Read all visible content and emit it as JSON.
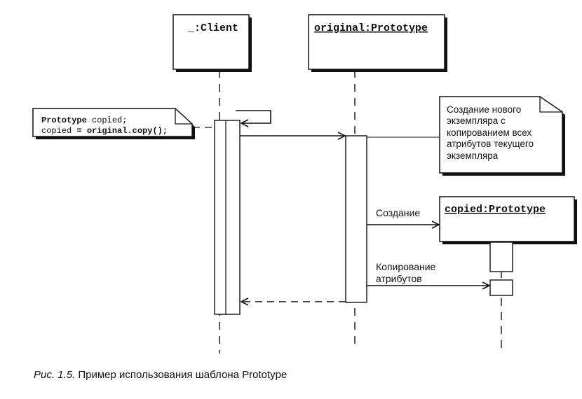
{
  "lifelines": {
    "client": {
      "label": "_:Client"
    },
    "original": {
      "label": "original:Prototype"
    },
    "copied": {
      "label": "copied:Prototype"
    }
  },
  "code_note": {
    "line1_keyword": "Prototype",
    "line1_rest": " copied;",
    "line2_var": "copied",
    "line2_eq": " = ",
    "line2_call": "original.copy();"
  },
  "desc_note": {
    "lines": [
      "Создание нового",
      "экземпляра с",
      "копированием всех",
      "атрибутов текущего",
      "экземпляра"
    ]
  },
  "messages": {
    "create": "Создание",
    "copy_line1": "Копирование",
    "copy_line2": "атрибутов"
  },
  "caption": {
    "prefix": "Рис.  1.5.",
    "text": " Пример использования шаблона Prototype"
  }
}
